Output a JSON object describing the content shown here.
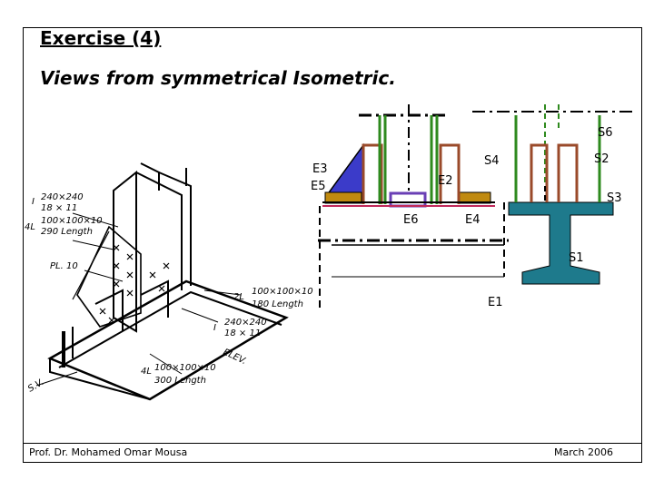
{
  "header": {
    "title": "Exercise (4)",
    "subtitle": "Views from symmetrical Isometric."
  },
  "footer": {
    "author": "Prof. Dr. Mohamed Omar Mousa",
    "date": "March 2006"
  },
  "drawing": {
    "labels": {
      "e3": "E3",
      "e5": "E5",
      "e2": "E2",
      "e6": "E6",
      "e4": "E4",
      "e1": "E1",
      "s4": "S4",
      "s6": "S6",
      "s2": "S2",
      "s3": "S3",
      "s1": "S1"
    },
    "colors": {
      "blue": "#3b3bc9",
      "gold": "#c08a10",
      "brown": "#9a4a2a",
      "green": "#2e8a1e",
      "teal": "#1e7a8c",
      "purple": "#6a3fb5",
      "red": "#c0285a"
    }
  },
  "isometric": {
    "annotations": {
      "a1": "I",
      "a1_size": "240×240",
      "a1_spec": "18 × 11",
      "a2_count": "4L",
      "a2_size": "100×100×10",
      "a2_len": "290 Length",
      "pl": "PL. 10",
      "b1": "2L",
      "b1_size": "100×100×10",
      "b1_len": "180 Length",
      "b2": "I",
      "b2_size": "240×240",
      "b2_spec": "18 × 11",
      "elev": "ELEV.",
      "b3": "4L",
      "b3_size": "100×100×10",
      "b3_len": "300 Length",
      "sv": "S.V."
    }
  }
}
